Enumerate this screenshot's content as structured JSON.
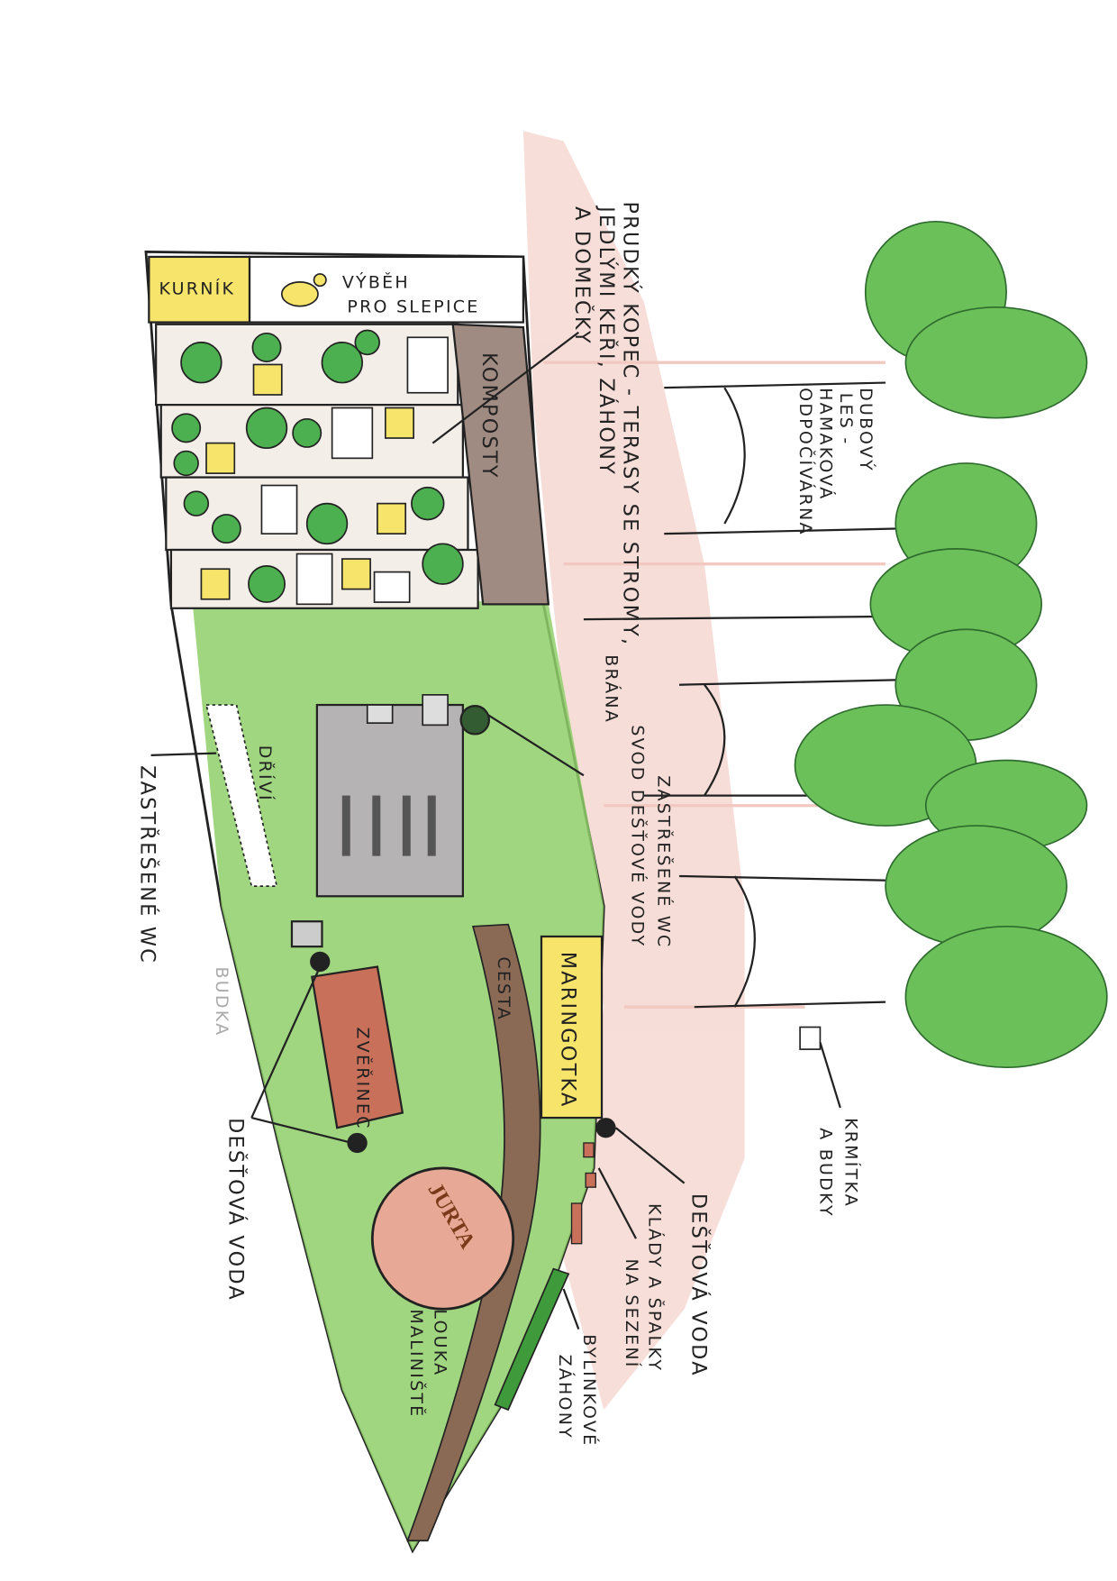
{
  "colors": {
    "grass": "#7cc25a",
    "dark_green": "#3e9a3a",
    "yellow": "#f6e56a",
    "red_hill": "#d9684f",
    "brown_path": "#8a6a55",
    "grey_wood": "#b5b3b3",
    "jurta": "#d98a72",
    "ink": "#222222"
  },
  "labels": {
    "kurnik": "KURNÍK",
    "vybeh": "VÝBĚH",
    "pro_slepice": "PRO SLEPICE",
    "komposty": "KOMPOSTY",
    "kopec_line1": "PRUDKÝ KOPEC - TERASY SE STROMY,",
    "kopec_line2": "JEDLÝMI KEŘI, ZÁHONY",
    "kopec_line3": "A DOMEČKY",
    "les_line1": "DUBOVÝ",
    "les_line2": "LES -",
    "les_line3": "HAMAKOVÁ",
    "les_line4": "ODPOČÍVÁRNA",
    "brana": "BRÁNA",
    "svod": "SVOD DEŠŤOVÉ VODY",
    "wc_right": "ZASTŘEŠENÉ WC",
    "drivi": "DŘÍVÍ",
    "wc_left": "ZASTŘEŠENÉ WC",
    "budka": "BUDKA",
    "zverinec": "ZVĚŘINEC",
    "maringotka": "MARINGOTKA",
    "cesta": "CESTA",
    "jurta": "JURTA",
    "destova_voda_left": "DEŠŤOVÁ VODA",
    "destova_voda_right": "DEŠŤOVÁ VODA",
    "klady_line1": "KLÁDY A ŠPALKY",
    "klady_line2": "NA SEZENÍ",
    "bylinky_line1": "BYLINKOVÉ",
    "bylinky_line2": "ZÁHONY",
    "louka": "LOUKA",
    "malinište": "MALINIŠTĚ",
    "krmitka_line1": "KRMÍTKA",
    "krmitka_line2": "A BUDKY"
  }
}
